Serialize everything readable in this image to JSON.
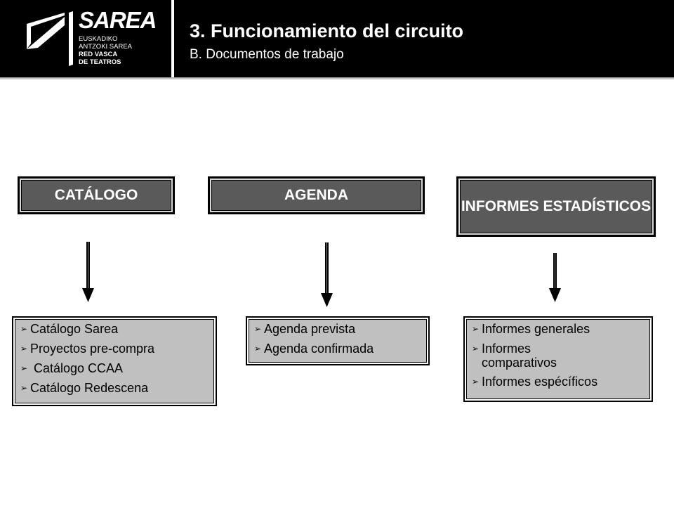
{
  "header": {
    "logo": {
      "brand": "SAREA",
      "line1": "EUSKADIKO",
      "line2": "ANTZOKI SAREA",
      "line3": "RED VASCA",
      "line4": "DE TEATROS"
    },
    "title": "3. Funcionamiento del circuito",
    "subtitle": "B. Documentos de trabajo"
  },
  "categories": [
    {
      "label": "CATÁLOGO",
      "items": [
        "Catálogo Sarea",
        "Proyectos pre-compra",
        " Catálogo CCAA",
        "Catálogo Redescena"
      ]
    },
    {
      "label": "AGENDA",
      "items": [
        "Agenda prevista",
        "Agenda confirmada"
      ]
    },
    {
      "label": "INFORMES ESTADÍSTICOS",
      "items": [
        "Informes generales",
        "Informes comparativos",
        "Informes espécíficos"
      ]
    }
  ],
  "colors": {
    "header_bg": "#000000",
    "category_bg": "#5a5a5a",
    "list_bg": "#c0c0c0"
  },
  "icons": {
    "bullet": "arrowhead-bullet-icon",
    "connector": "down-arrow-icon"
  }
}
